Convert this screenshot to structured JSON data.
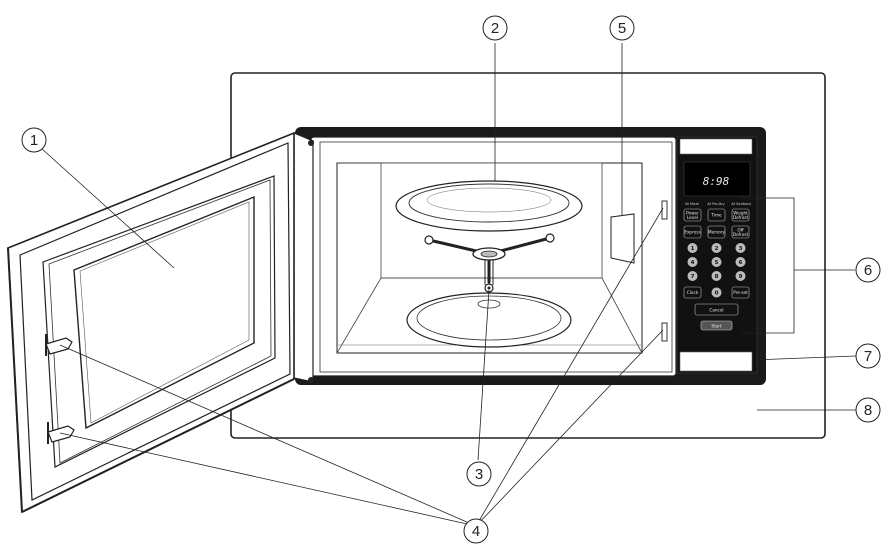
{
  "callouts": [
    "1",
    "2",
    "3",
    "4",
    "5",
    "6",
    "7",
    "8"
  ],
  "display_time": "8:98",
  "mode_labels": [
    "At Meat",
    "At Poultry",
    "At Seafood"
  ],
  "keypad_top": [
    {
      "label1": "Power",
      "label2": "Level"
    },
    {
      "label1": "Time",
      "label2": ""
    },
    {
      "label1": "Weight",
      "label2": "Defrost"
    },
    {
      "label1": "Express",
      "label2": ""
    },
    {
      "label1": "Memory",
      "label2": ""
    },
    {
      "label1": "Off",
      "label2": "Defrost"
    }
  ],
  "number_keys": [
    "1",
    "2",
    "3",
    "4",
    "5",
    "6",
    "7",
    "8",
    "9"
  ],
  "clock_label": "Clock",
  "zero_label": "0",
  "preset_label": "Pre-set",
  "cancel_label": "Cancel",
  "start_label": "Start"
}
